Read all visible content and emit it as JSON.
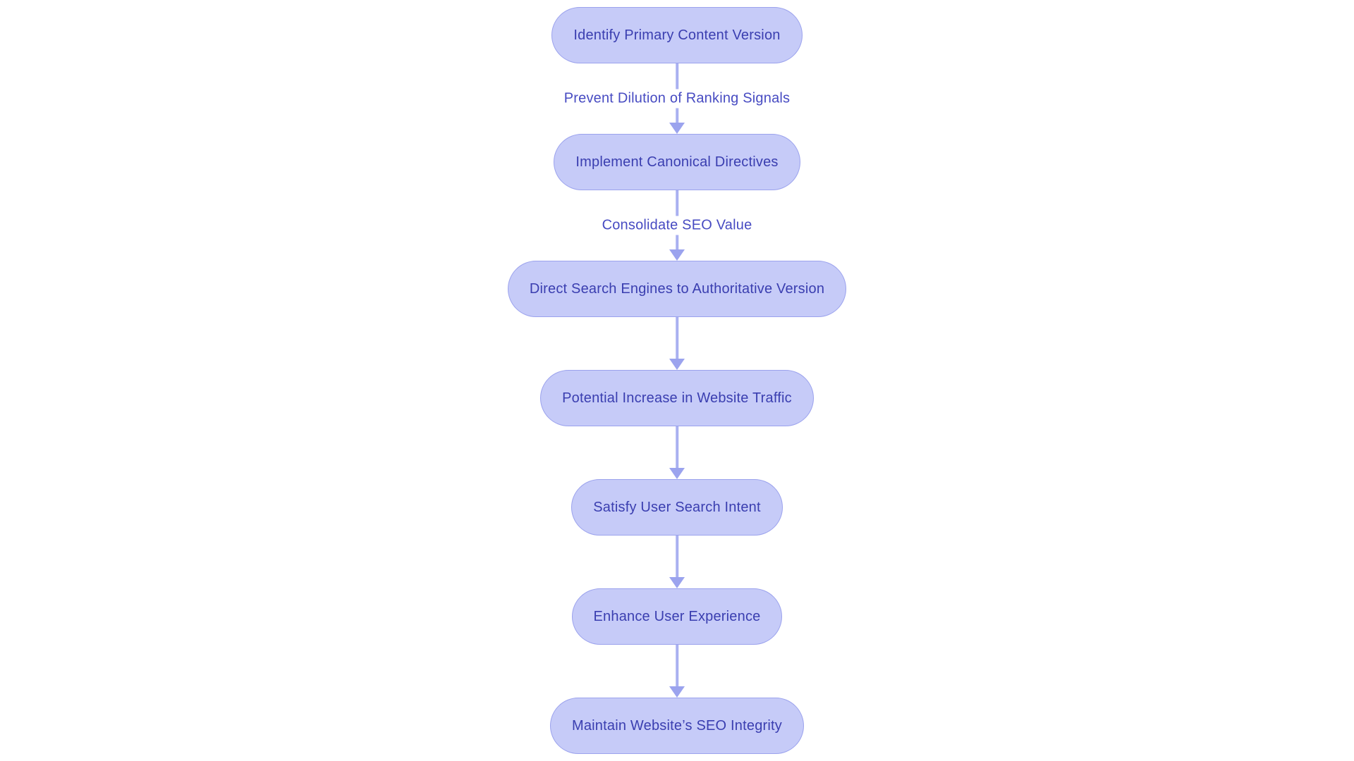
{
  "diagram": {
    "type": "flowchart",
    "direction": "top-down",
    "background_color": "#ffffff",
    "node_fill_color": "#c6cbf8",
    "node_border_color": "#9ba2ed",
    "node_text_color": "#3a3eb0",
    "edge_color": "#a9b0f1",
    "edge_label_color": "#474bc2",
    "nodes": [
      {
        "label": "Identify Primary Content Version"
      },
      {
        "label": "Implement Canonical Directives"
      },
      {
        "label": "Direct Search Engines to Authoritative Version"
      },
      {
        "label": "Potential Increase in Website Traffic"
      },
      {
        "label": "Satisfy User Search Intent"
      },
      {
        "label": "Enhance User Experience"
      },
      {
        "label": "Maintain Website’s SEO Integrity"
      }
    ],
    "edges": [
      {
        "from": "Identify Primary Content Version",
        "to": "Implement Canonical Directives",
        "label": "Prevent Dilution of Ranking Signals"
      },
      {
        "from": "Implement Canonical Directives",
        "to": "Direct Search Engines to Authoritative Version",
        "label": "Consolidate SEO Value"
      },
      {
        "from": "Direct Search Engines to Authoritative Version",
        "to": "Potential Increase in Website Traffic",
        "label": ""
      },
      {
        "from": "Potential Increase in Website Traffic",
        "to": "Satisfy User Search Intent",
        "label": ""
      },
      {
        "from": "Satisfy User Search Intent",
        "to": "Enhance User Experience",
        "label": ""
      },
      {
        "from": "Enhance User Experience",
        "to": "Maintain Website’s SEO Integrity",
        "label": ""
      }
    ]
  }
}
